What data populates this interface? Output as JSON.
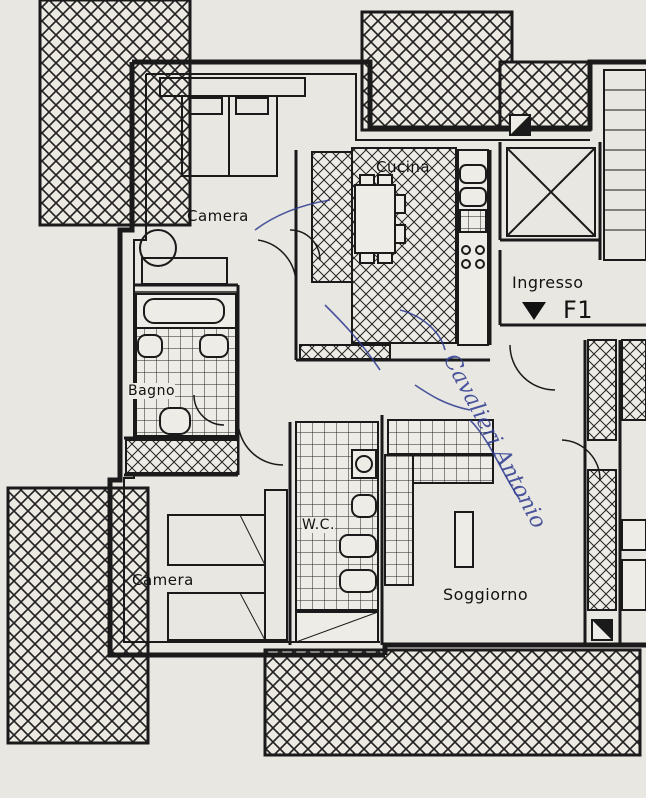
{
  "rooms": {
    "camera_top": "Camera",
    "cucina": "Cucina",
    "ingresso": "Ingresso",
    "floor": "F1",
    "bagno": "Bagno",
    "wc": "W.C.",
    "camera_bottom": "Camera",
    "soggiorno": "Soggiorno"
  },
  "annotations": {
    "signature": "Cavalieri Antonio"
  },
  "colors": {
    "paper": "#e9e7e1",
    "ink": "#1a1a1a",
    "signature_ink": "#2d3b8f"
  },
  "icons": [
    "floor-marker-triangle-icon",
    "north-marker-icon"
  ]
}
